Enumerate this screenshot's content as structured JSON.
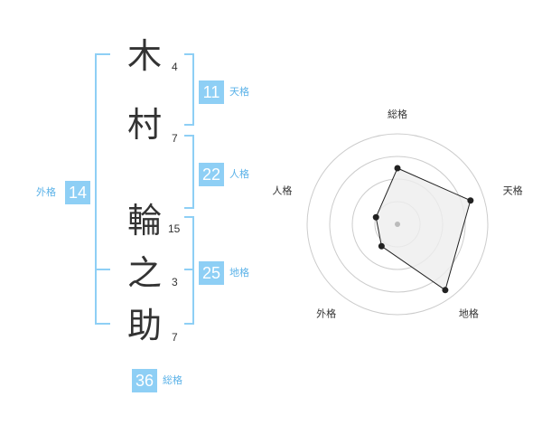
{
  "name": {
    "chars": [
      {
        "char": "木",
        "strokes": "4"
      },
      {
        "char": "村",
        "strokes": "7"
      },
      {
        "char": "輪",
        "strokes": "15"
      },
      {
        "char": "之",
        "strokes": "3"
      },
      {
        "char": "助",
        "strokes": "7"
      }
    ]
  },
  "kakusu": {
    "tenkaku": {
      "value": "11",
      "label": "天格"
    },
    "jinkaku": {
      "value": "22",
      "label": "人格"
    },
    "chikaku": {
      "value": "25",
      "label": "地格"
    },
    "gaikaku": {
      "value": "14",
      "label": "外格"
    },
    "soukaku": {
      "value": "36",
      "label": "総格"
    }
  },
  "colors": {
    "bracket": "#8ecff5",
    "badge": "#8ecff5",
    "label": "#5bb2e8",
    "text": "#333333",
    "radar_fill": "#eeeeee",
    "radar_line": "#222222",
    "ring": "#cccccc"
  },
  "chart_data": {
    "type": "radar",
    "axes": [
      "総格",
      "天格",
      "地格",
      "外格",
      "人格"
    ],
    "values": [
      0.62,
      0.85,
      0.9,
      0.3,
      0.25
    ],
    "range": [
      0,
      1
    ],
    "rings": 4
  }
}
